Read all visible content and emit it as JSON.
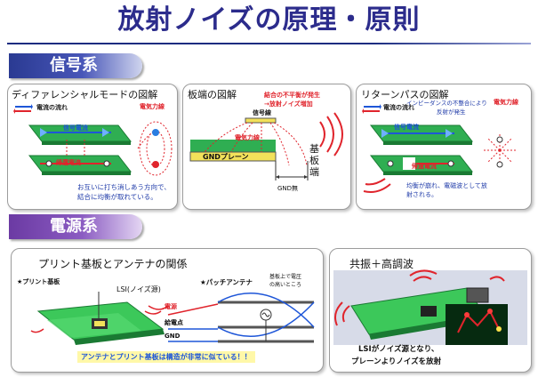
{
  "title": "放射ノイズの原理・原則",
  "sections": {
    "signal": "信号系",
    "power": "電源系"
  },
  "signal": {
    "differential": {
      "title": "ディファレンシャルモードの図解",
      "legend_current": "電流の流れ",
      "field_label": "電気力線",
      "signal_current": "信号電流",
      "return_current": "帰還電流",
      "note_line1": "お互いに打ち消しあう方向で、",
      "note_line2": "結合に均衡が取れている。"
    },
    "edge": {
      "title": "板端の図解",
      "warn_line1": "結合の不平衡が発生",
      "warn_line2": "→放射ノイズ増加",
      "signal_line": "信号線",
      "field_label": "電気力線",
      "gnd_plane": "GNDプレーン",
      "board_edge": "基板端",
      "gnd_none": "GND無"
    },
    "return_path": {
      "title": "リターンパスの図解",
      "legend_current": "電流の流れ",
      "impedance_line1": "インピーダンスの不整合により",
      "impedance_line2": "反射が発生",
      "field_label": "電気力線",
      "signal_current": "信号電流",
      "return_current": "帰還電流",
      "note_line1": "均衡が崩れ、電磁波として放",
      "note_line2": "射される。"
    }
  },
  "power": {
    "antenna": {
      "title": "プリント基板とアンテナの関係",
      "pcb_label": "★プリント基板",
      "patch_label": "★パッチアンテナ",
      "lsi_label": "LSI(ノイズ源)",
      "power_label": "電源",
      "feed_label": "給電点",
      "gnd_label": "GND",
      "voltage_note_line1": "基板上で電圧",
      "voltage_note_line2": "の高いところ",
      "footer": "アンテナとプリント基板は構造が非常に似ている！！"
    },
    "resonance": {
      "title": "共振＋高調波",
      "caption_line1": "LSIがノイズ源となり、",
      "caption_line2": "プレーンよりノイズを放射"
    }
  },
  "colors": {
    "title": "#2c2c8c",
    "signal_band": "#2a3a92",
    "power_band": "#6b3aa3",
    "board_green": "#27b24a",
    "gnd_yellow": "#f2e15a",
    "field_red": "#e0242c",
    "signal_blue": "#1e56d8"
  }
}
